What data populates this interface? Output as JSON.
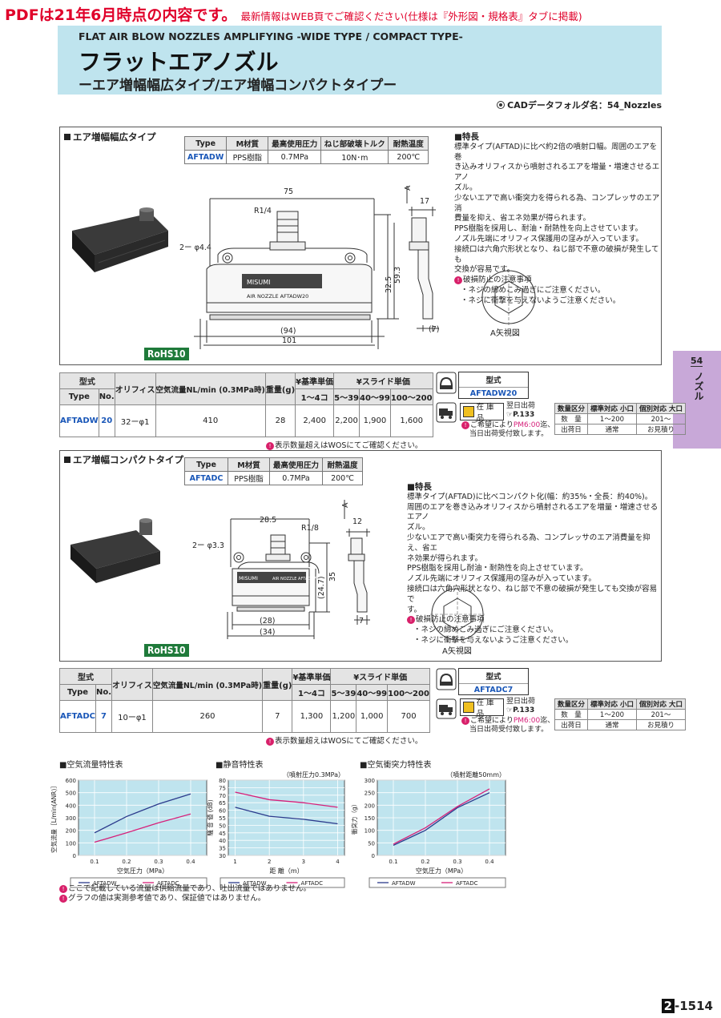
{
  "banner": {
    "main": "PDFは21年6月時点の内容です。",
    "sub": "最新情報はWEB頁でご確認ください(仕様は『外形図・規格表』タブに掲載)"
  },
  "header": {
    "en_title": "FLAT AIR BLOW NOZZLES AMPLIFYING -WIDE TYPE / COMPACT TYPE-",
    "jp_title": "フラットエアノズル",
    "subtitle": "ーエア増幅幅広タイプ/エア増幅コンパクトタイプー"
  },
  "cad": "CADデータフォルダ名：54_Nozzles",
  "side_tab": {
    "num": "54",
    "label": "ノズル"
  },
  "wide": {
    "title": "エア増幅幅広タイプ",
    "spec_headers": [
      "Type",
      "M材質",
      "最高使用圧力",
      "ねじ部破壊トルク",
      "耐熱温度"
    ],
    "spec_row": [
      "AFTADW",
      "PPS樹脂",
      "0.7MPa",
      "10N･m",
      "200℃"
    ],
    "features_title": "■特長",
    "features": [
      "標準タイプ(AFTAD)に比べ約2倍の噴射口幅。周囲のエアを巻",
      "き込みオリフィスから噴射されるエアを増量・増速させるエアノ",
      "ズル。",
      "少ないエアで高い衝突力を得られる為、コンプレッサのエア消",
      "費量を抑え、省エネ効果が得られます。",
      "PPS樹脂を採用し、耐油・耐熱性を向上させています。",
      "ノズル先端にオリフィス保護用の窪みが入っています。",
      "接続口は六角穴形状となり、ねじ部で不意の破損が発生しても",
      "交換が容易です。"
    ],
    "caution_title": "破損防止の注意事項",
    "cautions": [
      "・ネジの締めこみ過ぎにご注意ください。",
      "・ネジに衝撃を与えないようご注意ください。"
    ],
    "view_label": "A矢視図",
    "rohs": "RoHS10",
    "dims": {
      "d75": "75",
      "r": "R1/4",
      "hole": "2ー φ4.4",
      "d59": "59.3",
      "d32": "32.5",
      "d94": "(94)",
      "d101": "101",
      "d17": "17",
      "d7": "(7)",
      "a": "A",
      "brand": "MISUMI",
      "model": "AIR NOZZLE AFTADW20"
    },
    "price_headers": {
      "kata": "型式",
      "type": "Type",
      "no": "No.",
      "orifice": "オリフィス",
      "flow": "空気流量NL/min (0.3MPa時)",
      "weight": "重量(g)",
      "base": "¥基準単価",
      "slide": "¥スライド単価",
      "q1": "1～4コ",
      "q2": "5～39",
      "q3": "40～99",
      "q4": "100～200"
    },
    "price_row": [
      "AFTADW",
      "20",
      "32ーφ1",
      "410",
      "28",
      "2,400",
      "2,200",
      "1,900",
      "1,600"
    ],
    "note": "表示数量超えはWOSにてご確認ください。",
    "order_label": "型式",
    "order_value": "AFTADW20"
  },
  "compact": {
    "title": "エア増幅コンパクトタイプ",
    "spec_headers": [
      "Type",
      "M材質",
      "最高使用圧力",
      "耐熱温度"
    ],
    "spec_row": [
      "AFTADC",
      "PPS樹脂",
      "0.7MPa",
      "200℃"
    ],
    "features_title": "■特長",
    "features": [
      "標準タイプ(AFTAD)に比べコンパクト化(幅：約35%・全長：約40%)。",
      "周囲のエアを巻き込みオリフィスから噴射されるエアを増量・増速させるエアノ",
      "ズル。",
      "少ないエアで高い衝突力を得られる為、コンプレッサのエア消費量を抑え、省エ",
      "ネ効果が得られます。",
      "PPS樹脂を採用し耐油・耐熱性を向上させています。",
      "ノズル先端にオリフィス保護用の窪みが入っています。",
      "接続口は六角穴形状となり、ねじ部で不意の破損が発生しても交換が容易で",
      "す。"
    ],
    "caution_title": "破損防止の注意事項",
    "cautions": [
      "・ネジの締めこみ過ぎにご注意ください。",
      "・ネジに衝撃を与えないようご注意ください。"
    ],
    "view_label": "A矢視図",
    "rohs": "RoHS10",
    "dims": {
      "d28": "28.5",
      "r": "R1/8",
      "hole": "2ー φ3.3",
      "d35": "35",
      "d24": "(24.7)",
      "d28b": "(28)",
      "d34": "(34)",
      "d12": "12",
      "d7": "7",
      "a": "A",
      "brand": "MISUMI",
      "model": "AIR NOZZLE AFTADC7"
    },
    "price_row": [
      "AFTADC",
      "7",
      "10ーφ1",
      "260",
      "7",
      "1,300",
      "1,200",
      "1,000",
      "700"
    ],
    "note": "表示数量超えはWOSにてご確認ください。",
    "order_label": "型式",
    "order_value": "AFTADC7"
  },
  "stock": {
    "label": "在 庫 品",
    "ship": "翌日出荷",
    "page": "P.133",
    "note1": "ご希望により",
    "pm": "PM6:00",
    "note1b": "迄、",
    "note2": "当日出荷受付致します。",
    "qty_headers": [
      "数量区分",
      "標準対応 小口",
      "個別対応 大口"
    ],
    "qty_row1": [
      "数　量",
      "1～200",
      "201～"
    ],
    "qty_row2": [
      "出荷日",
      "通常",
      "お見積り"
    ]
  },
  "chart_data": [
    {
      "type": "line",
      "title": "■空気流量特性表",
      "xlabel": "空気圧力（MPa）",
      "ylabel": "空気流量［L/min(ANR)］",
      "x": [
        0.1,
        0.2,
        0.3,
        0.4
      ],
      "xlim": [
        0.05,
        0.45
      ],
      "ylim": [
        0,
        600
      ],
      "yticks": [
        "0",
        "100",
        "200",
        "300",
        "400",
        "500",
        "600"
      ],
      "xticks": [
        "0.1",
        "0.2",
        "0.3",
        "0.4"
      ],
      "series": [
        {
          "name": "AFTADW",
          "color": "#2b3a8c",
          "values": [
            180,
            310,
            410,
            490
          ]
        },
        {
          "name": "AFTADC",
          "color": "#d6207a",
          "values": [
            105,
            180,
            260,
            330
          ]
        }
      ]
    },
    {
      "type": "line",
      "title": "■静音特性表",
      "annotation": "（噴射圧力0.3MPa）",
      "xlabel": "距 離（m）",
      "ylabel": "騒 音 値 (dB)",
      "x": [
        1,
        2,
        3,
        4
      ],
      "xlim": [
        0.8,
        4.2
      ],
      "ylim": [
        30,
        80
      ],
      "yticks": [
        "30",
        "35",
        "40",
        "45",
        "50",
        "55",
        "60",
        "65",
        "70",
        "75",
        "80"
      ],
      "xticks": [
        "1",
        "2",
        "3",
        "4"
      ],
      "series": [
        {
          "name": "AFTADW",
          "color": "#2b3a8c",
          "values": [
            62,
            56,
            54,
            51
          ]
        },
        {
          "name": "AFTADC",
          "color": "#d6207a",
          "values": [
            72,
            67,
            65,
            62
          ]
        }
      ]
    },
    {
      "type": "line",
      "title": "■空気衝突力特性表",
      "annotation": "（噴射距離50mm）",
      "xlabel": "空気圧力（MPa）",
      "ylabel": "衝突力（g）",
      "x": [
        0.1,
        0.2,
        0.3,
        0.4
      ],
      "xlim": [
        0.05,
        0.45
      ],
      "ylim": [
        0,
        300
      ],
      "yticks": [
        "0",
        "50",
        "100",
        "150",
        "200",
        "250",
        "300"
      ],
      "xticks": [
        "0.1",
        "0.2",
        "0.3",
        "0.4"
      ],
      "series": [
        {
          "name": "AFTADW",
          "color": "#2b3a8c",
          "values": [
            40,
            100,
            190,
            250
          ]
        },
        {
          "name": "AFTADC",
          "color": "#d6207a",
          "values": [
            45,
            110,
            195,
            265
          ]
        }
      ]
    }
  ],
  "footnotes": [
    "ここで記載している流量は供給流量であり、吐出流量ではありません。",
    "グラフの値は実測参考値であり、保証値ではありません。"
  ],
  "page_number": {
    "chapter": "2",
    "page": "-1514"
  }
}
